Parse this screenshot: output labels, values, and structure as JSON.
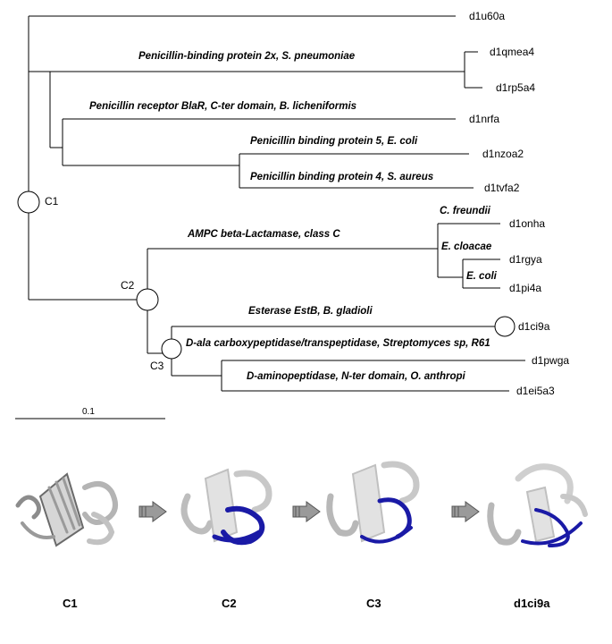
{
  "tree": {
    "leaves": [
      "d1u60a",
      "d1qmea4",
      "d1rp5a4",
      "d1nrfa",
      "d1nzoa2",
      "d1tvfa2",
      "d1onha",
      "d1rgya",
      "d1pi4a",
      "d1ci9a",
      "d1pwga",
      "d1ei5a3"
    ],
    "descriptions": [
      "Penicillin-binding protein 2x, S. pneumoniae",
      "Penicillin receptor BlaR, C-ter domain, B. licheniformis",
      "Penicillin binding protein 5, E. coli",
      "Penicillin binding protein 4, S. aureus",
      "AMPC beta-Lactamase, class C",
      "C. freundii",
      "E. cloacae",
      "E. coli",
      "Esterase EstB, B. gladioli",
      "D-ala carboxypeptidase/transpeptidase, Streptomyces sp, R61",
      "D-aminopeptidase, N-ter domain, O. anthropi"
    ],
    "nodes": [
      "C1",
      "C2",
      "C3"
    ],
    "scale_label": "0.1"
  },
  "panels": {
    "captions": [
      "C1",
      "C2",
      "C3",
      "d1ci9a"
    ]
  },
  "colors": {
    "highlight": "#1a1aa6",
    "protein": "#b8b8b8",
    "arrow": "#9a9a9a",
    "line": "#000000"
  }
}
